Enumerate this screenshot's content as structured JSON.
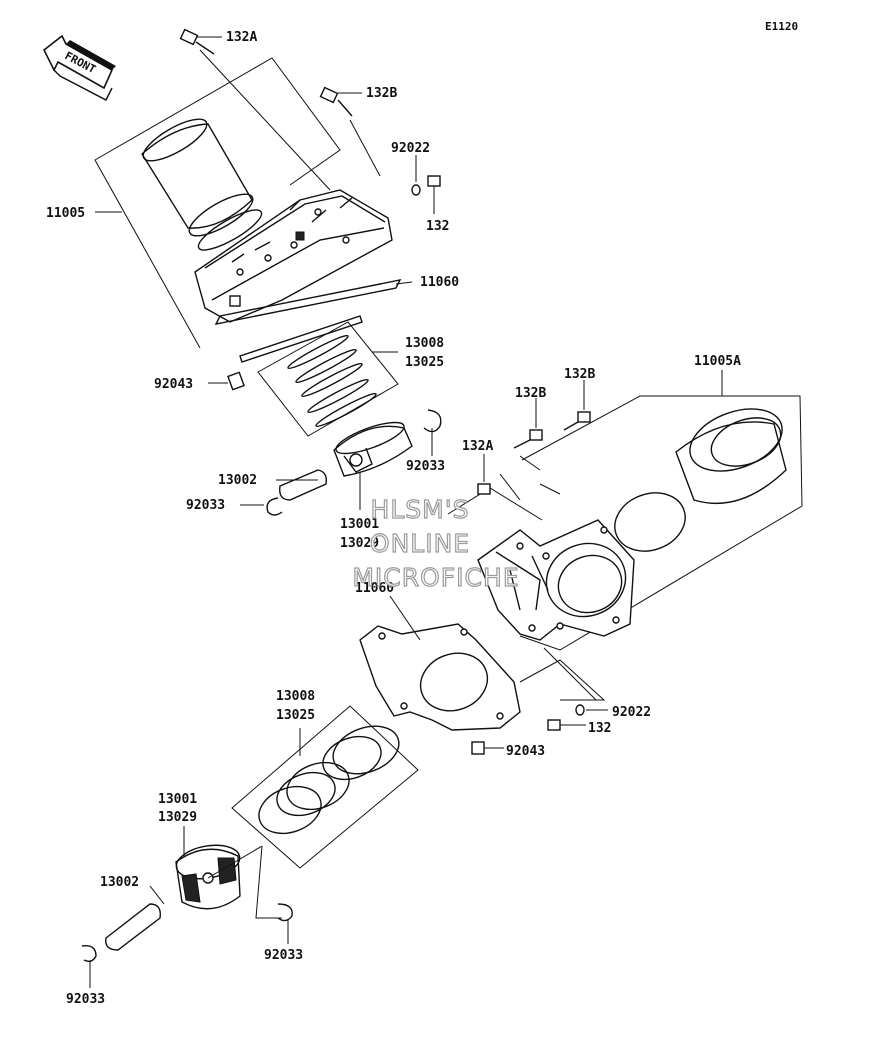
{
  "diagram_code": "E1120",
  "front_label": "FRONT",
  "watermark": [
    "HLSM'S",
    "ONLINE",
    "MICROFICHE"
  ],
  "upper": {
    "bolt_a": "132A",
    "bolt_b": "132B",
    "washer": "92022",
    "bolt": "132",
    "cylinder": "11005",
    "gasket": "11060",
    "ring_set_1": "13008",
    "ring_set_2": "13025",
    "dowel": "92043",
    "pin": "13002",
    "snap_ring_right": "92033",
    "snap_ring_left": "92033",
    "piston_1": "13001",
    "piston_2": "13029"
  },
  "lower": {
    "cylinder": "11005A",
    "bolt_b": "132B",
    "bolt_b2": "132B",
    "bolt_a": "132A",
    "gasket": "11060",
    "washer": "92022",
    "bolt": "132",
    "dowel": "92043",
    "ring_set_1": "13008",
    "ring_set_2": "13025",
    "piston_1": "13001",
    "piston_2": "13029",
    "pin": "13002",
    "snap_ring_right": "92033",
    "snap_ring_left": "92033"
  }
}
